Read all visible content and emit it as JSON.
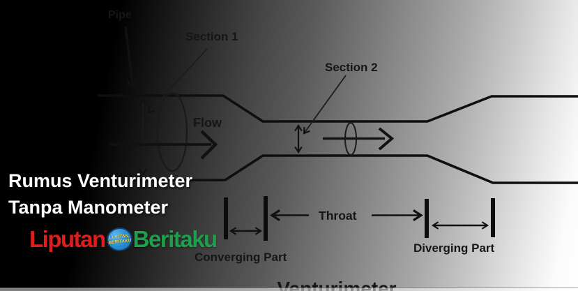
{
  "background": {
    "left_color": "#000000",
    "right_color": "#ffffff"
  },
  "headline": {
    "line1": "Rumus Venturimeter",
    "line2": "Tanpa Manometer",
    "color": "#ffffff"
  },
  "logo": {
    "word_left": "Liputan",
    "word_left_color": "#e01d1d",
    "word_right": "Beritaku",
    "word_right_color": "#1da04b",
    "badge": {
      "line1": "LIPUTAN,",
      "line2": "BERITAKU",
      "bg_color": "#1d7fc4",
      "text_color": "#ffd93a"
    }
  },
  "diagram": {
    "stroke_color": "#111111",
    "labels": {
      "pipe": "Pipe",
      "section1": "Section 1",
      "section2": "Section 2",
      "flow": "Flow",
      "throat": "Throat",
      "converging_part": "Converging Part",
      "diverging_part": "Diverging Part",
      "title": "Venturimeter"
    }
  }
}
